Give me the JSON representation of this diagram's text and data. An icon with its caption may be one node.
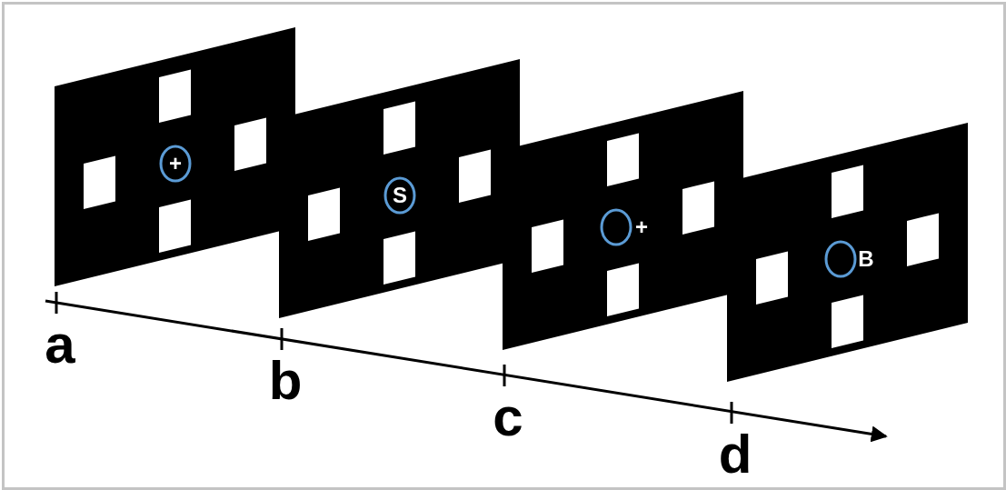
{
  "diagram": {
    "nodes": [
      {
        "text": [
          "+"
        ]
      },
      {
        "text": [
          "S"
        ]
      },
      {
        "text": [
          "+"
        ]
      },
      {
        "text": [
          "B"
        ]
      }
    ],
    "labels": [
      "a",
      "b",
      "c",
      "d"
    ]
  }
}
